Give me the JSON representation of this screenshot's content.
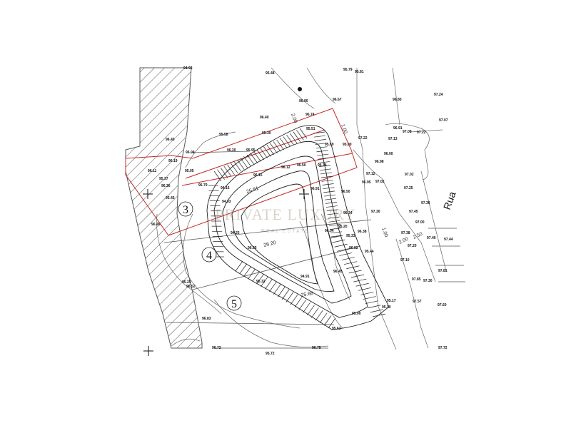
{
  "street_name": "Rua",
  "watermark": {
    "brand": "PRIVATE LUXURY",
    "tagline": "REAL ESTATE"
  },
  "lots": [
    "3",
    "4",
    "5"
  ],
  "contour_labels": [
    "26.51",
    "26.20",
    "25.68"
  ],
  "dimension_labels": [
    "2.00",
    "1.00",
    "1.00",
    "2.50",
    "2.00"
  ],
  "elevations": [
    "94.93",
    "95.48",
    "95.79",
    "95.81",
    "96.90",
    "96.67",
    "96.80",
    "97.24",
    "97.07",
    "96.40",
    "96.74",
    "95.58",
    "95.30",
    "95.51",
    "95.69",
    "95.00",
    "96.45",
    "96.09",
    "96.20",
    "96.19",
    "95.05",
    "95.95",
    "96.15",
    "96.12",
    "96.50",
    "94.74",
    "96.11",
    "95.37",
    "96.36",
    "95.45",
    "96.79",
    "94.16",
    "94.33",
    "96.91",
    "96.50",
    "96.34",
    "95.20",
    "94.25",
    "96.95",
    "96.04",
    "96.38",
    "94.91",
    "95.32",
    "96.45",
    "95.25",
    "96.52",
    "96.45",
    "96.83",
    "97.72",
    "95.00",
    "95.17",
    "95.10",
    "96.72",
    "95.72",
    "96.75",
    "95.62",
    "97.57",
    "97.22",
    "97.13",
    "97.12",
    "97.02",
    "97.25",
    "96.00",
    "96.91",
    "97.08",
    "97.02",
    "96.98",
    "97.22",
    "97.30",
    "97.38",
    "97.45",
    "97.40",
    "97.30",
    "97.20",
    "97.10",
    "97.44",
    "97.60",
    "97.85",
    "96.95",
    "95.33",
    "96.82",
    "95.44",
    "97.81",
    "97.30",
    "97.00"
  ]
}
